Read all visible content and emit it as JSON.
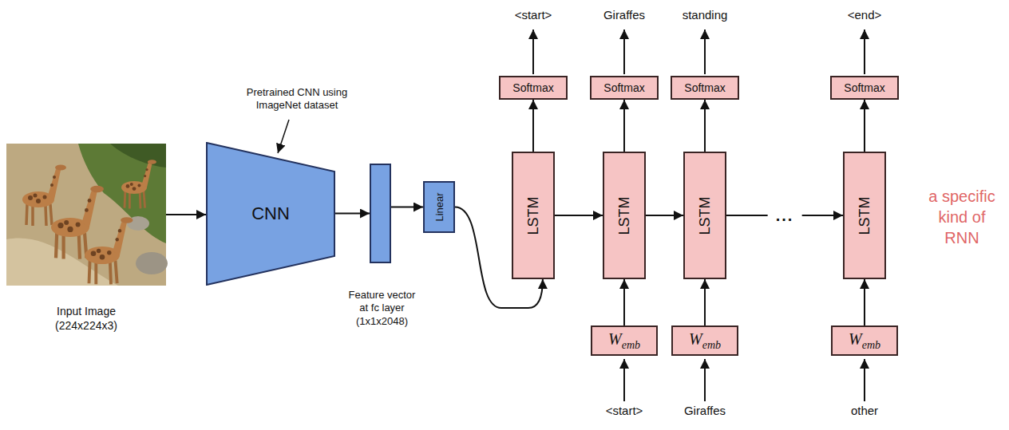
{
  "diagram": {
    "nodes": [
      {
        "text": [
          "Input Image (224x224x3)"
        ]
      },
      {
        "text": [
          "CNN"
        ]
      },
      {
        "text": [
          "Feature vector at fc layer (1x1x2048)"
        ]
      },
      {
        "text": [
          "Linear"
        ]
      },
      {
        "text": [
          "LSTM"
        ]
      },
      {
        "text": [
          "Softmax"
        ]
      },
      {
        "text": [
          "LSTM"
        ]
      },
      {
        "text": [
          "Softmax"
        ]
      },
      {
        "text": [
          "Wemb"
        ]
      },
      {
        "text": [
          "LSTM"
        ]
      },
      {
        "text": [
          "Softmax"
        ]
      },
      {
        "text": [
          "Wemb"
        ]
      },
      {
        "text": [
          "LSTM"
        ]
      },
      {
        "text": [
          "Softmax"
        ]
      },
      {
        "text": [
          "Wemb"
        ]
      }
    ],
    "edges": [
      {
        "from": 0,
        "to": 1,
        "arrow": "to"
      },
      {
        "from": 1,
        "to": 2,
        "arrow": "to"
      },
      {
        "from": 2,
        "to": 3,
        "arrow": "to"
      },
      {
        "from": 3,
        "to": 4,
        "arrow": "to"
      },
      {
        "from": 4,
        "to": 6,
        "arrow": "to"
      },
      {
        "from": 6,
        "to": 9,
        "arrow": "to"
      },
      {
        "from": 9,
        "to": 12,
        "label": "...",
        "arrow": "to"
      },
      {
        "from": 4,
        "to": 5,
        "arrow": "to"
      },
      {
        "from": 6,
        "to": 7,
        "arrow": "to"
      },
      {
        "from": 9,
        "to": 10,
        "arrow": "to"
      },
      {
        "from": 12,
        "to": 13,
        "arrow": "to"
      },
      {
        "from": 8,
        "to": 6,
        "arrow": "to"
      },
      {
        "from": 11,
        "to": 9,
        "arrow": "to"
      },
      {
        "from": 14,
        "to": 12,
        "arrow": "to"
      }
    ],
    "labels": [
      "Pretrained CNN using ImageNet dataset",
      "<start>",
      "Giraffes",
      "standing",
      "<end>",
      "<start>",
      "Giraffes",
      "other",
      "a specific kind of RNN"
    ]
  }
}
